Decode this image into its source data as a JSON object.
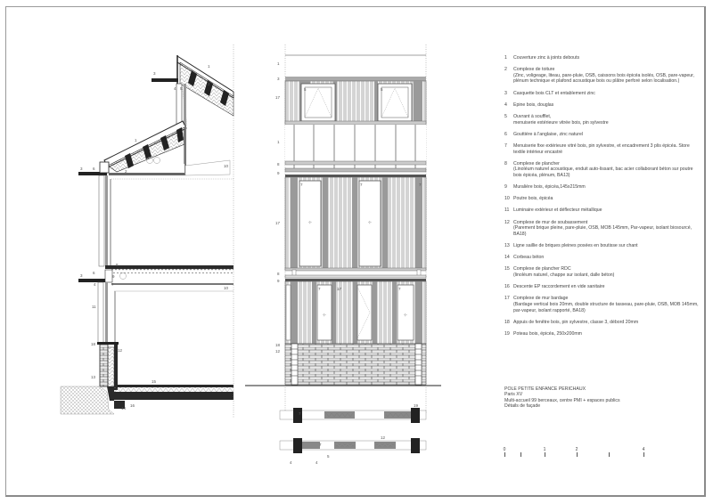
{
  "legend": {
    "items": [
      {
        "num": "1",
        "title": "Couverture zinc à joints debouts",
        "detail": ""
      },
      {
        "num": "2",
        "title": "Complexe de toiture",
        "detail": "(Zinc, voligeage, liteau, pare-pluie, OSB, caissons bois épicéa isolés, OSB, pare-vapeur, plénum technique et plafond acoustique bois ou plâtre perforé selon localisation.)"
      },
      {
        "num": "3",
        "title": "Casquette bois CLT et entablement zinc",
        "detail": ""
      },
      {
        "num": "4",
        "title": "Epine bois, douglas",
        "detail": ""
      },
      {
        "num": "5",
        "title": "Ouvrant à soufflet,",
        "detail": "menuiserie extérieure vitrée bois, pin sylvestre"
      },
      {
        "num": "6",
        "title": "Gouttière à l'anglaise, zinc naturel",
        "detail": ""
      },
      {
        "num": "7",
        "title": "Menuiserie fixe extérieure vitré bois, pin sylvestre, et encadrement 3 plis épicéa. Store textile intérieur encastré",
        "detail": ""
      },
      {
        "num": "8",
        "title": "Complexe de plancher",
        "detail": "(Linoléum naturel acoustique, enduit auto-lissant, bac acier collaborant béton sur poutre bois épicéa, plénum, BA13)"
      },
      {
        "num": "9",
        "title": "Muralière bois, épicéa,145x215mm",
        "detail": ""
      },
      {
        "num": "10",
        "title": "Poutre bois, épicéa",
        "detail": ""
      },
      {
        "num": "11",
        "title": "Luminaire extérieur et déflecteur métallique",
        "detail": ""
      },
      {
        "num": "12",
        "title": "Complexe de mur de soubassement",
        "detail": "(Parement brique pleine, pare-pluie, OSB, MOB 145mm, Par-vapeur, isolant biosourcé, BA18)"
      },
      {
        "num": "13",
        "title": "Ligne saillie de briques pleines posées en boutisse sur chant",
        "detail": ""
      },
      {
        "num": "14",
        "title": "Corbeau béton",
        "detail": ""
      },
      {
        "num": "15",
        "title": "Complexe de plancher RDC",
        "detail": "(linoléum naturel, chappe sur isolant, dalle béton)"
      },
      {
        "num": "16",
        "title": "Descente EP raccordement en vide sanitaire",
        "detail": ""
      },
      {
        "num": "17",
        "title": "Complexe de mur bardage",
        "detail": "(Bardage vertical bois 20mm, double structure de tasseau, pare-pluie, OSB, MOB 145mm, par-vapeur, isolant rapporté, BA18)"
      },
      {
        "num": "18",
        "title": "Appuis de fenêtre bois, pin sylvestre, classe 3, débord 20mm",
        "detail": ""
      },
      {
        "num": "19",
        "title": "Poteau bois, épicéa, 250x200mm",
        "detail": ""
      }
    ]
  },
  "titleblock": {
    "project": "POLE PETITE ENFANCE PERICHAUX",
    "location": "Paris XV",
    "program": "Multi-accueil 99 berceaux, centre PMI + espaces publics",
    "sheet": "Détails de façade"
  },
  "scale": {
    "labels": [
      {
        "text": "0",
        "pos": 0
      },
      {
        "text": "1",
        "pos": 45
      },
      {
        "text": "2",
        "pos": 81
      },
      {
        "text": "4",
        "pos": 156
      }
    ],
    "ticks": [
      0,
      18,
      45,
      81,
      117,
      156
    ]
  },
  "section_labels": {
    "left": [
      "1",
      "2",
      "3",
      "4",
      "5",
      "6",
      "1",
      "2",
      "3",
      "10",
      "8",
      "3",
      "6",
      "4",
      "7",
      "9",
      "10",
      "11",
      "18",
      "12",
      "13",
      "14",
      "15",
      "16"
    ],
    "elevation_left": [
      "1",
      "3",
      "17",
      "1",
      "8",
      "9",
      "17",
      "8",
      "9",
      "18",
      "12"
    ]
  },
  "colors": {
    "line": "#333333",
    "fill_dark": "#2a2a2a",
    "fill_mid": "#9a9a9a",
    "fill_light": "#cfcfcf",
    "frame": "#9a9a9a"
  }
}
